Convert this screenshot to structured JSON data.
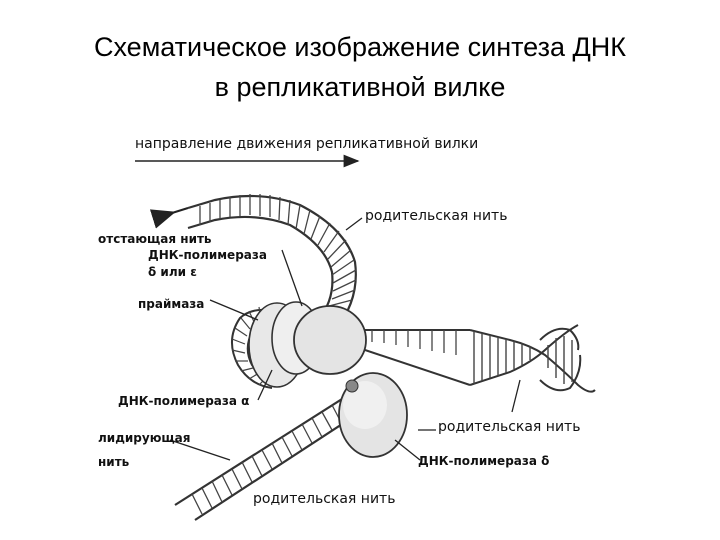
{
  "title": {
    "line1": "Схематическое изображение синтеза ДНК",
    "line2": "в репликативной вилке"
  },
  "labels": {
    "direction": "направление движения репликативной вилки",
    "parent_top": "родительская нить",
    "lagging": "отстающая нить",
    "pol_delta_eps_1": "ДНК-полимераза",
    "pol_delta_eps_2": "δ или ε",
    "primase": "праймаза",
    "pol_alpha": "ДНК-полимераза α",
    "leading_1": "лидирующая",
    "leading_2": "нить",
    "parent_right": "родительская нить",
    "pol_delta": "ДНК-полимераза δ",
    "parent_bottom": "родительская нить"
  }
}
